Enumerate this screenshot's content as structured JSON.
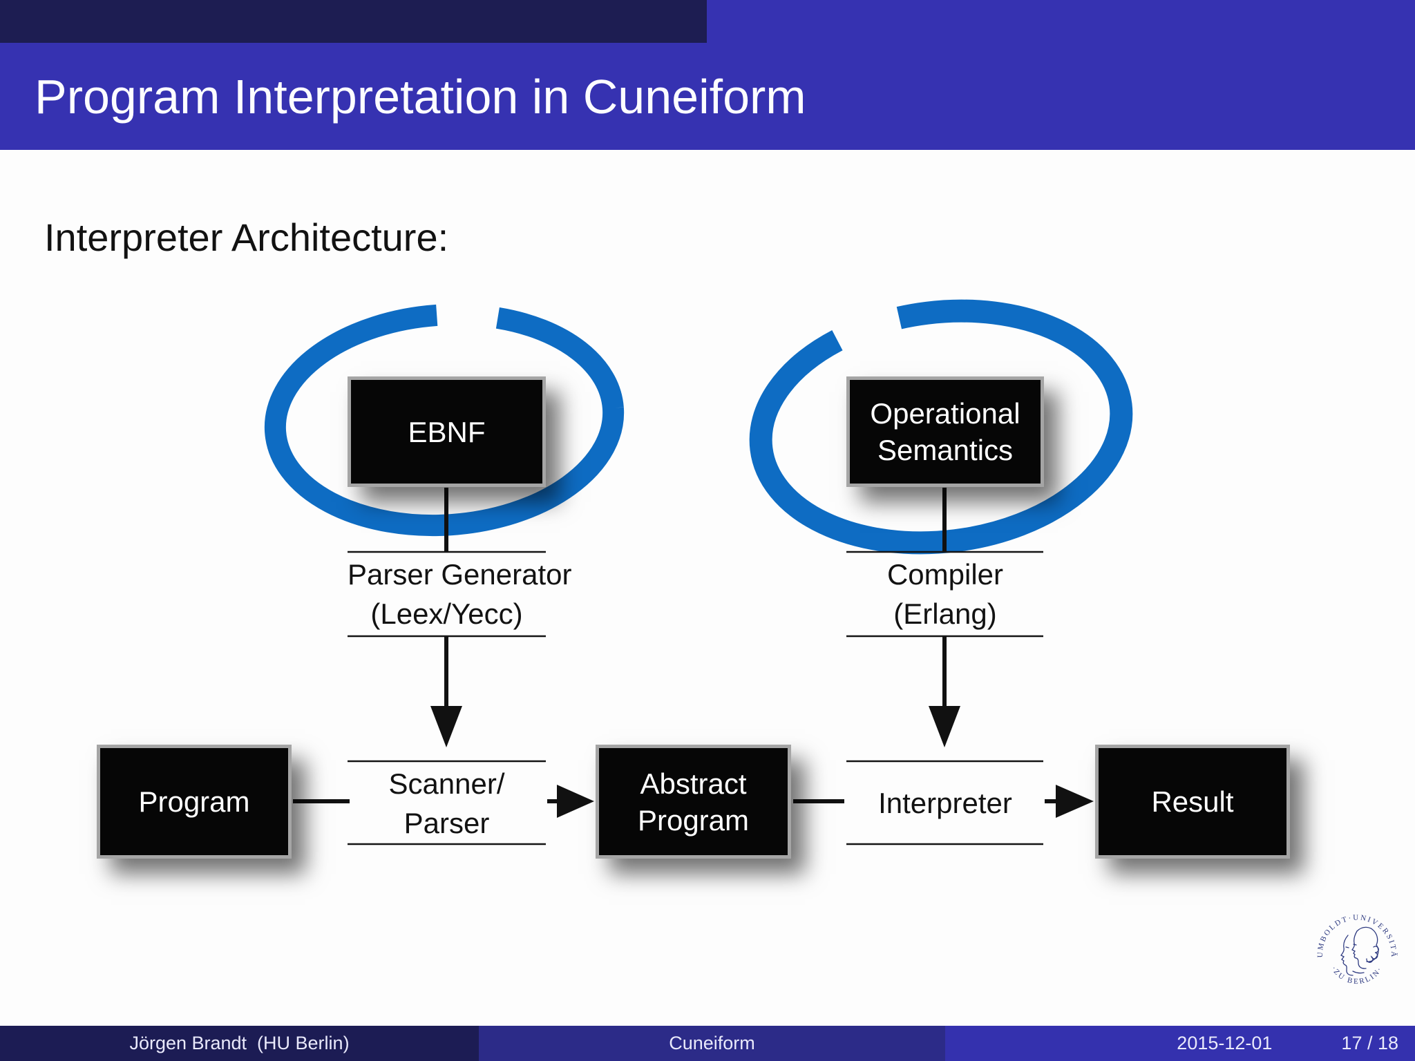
{
  "slide": {
    "header_title": "Program Interpretation in Cuneiform",
    "heading": "Interpreter Architecture:"
  },
  "diagram": {
    "boxes": {
      "ebnf": "EBNF",
      "operational_semantics": [
        "Operational",
        "Semantics"
      ],
      "program": "Program",
      "abstract_program": [
        "Abstract",
        "Program"
      ],
      "result": "Result"
    },
    "labels": {
      "parser_generator": [
        "Parser Generator",
        "(Leex/Yecc)"
      ],
      "compiler": [
        "Compiler",
        "(Erlang)"
      ],
      "scanner_parser": [
        "Scanner/",
        "Parser"
      ],
      "interpreter": "Interpreter"
    },
    "flow": "Program -> Scanner/Parser -> Abstract Program -> Interpreter -> Result; EBNF -> Parser Generator (Leex/Yecc) -> Scanner/Parser; Operational Semantics -> Compiler (Erlang) -> Interpreter",
    "highlighted_nodes": [
      "EBNF",
      "Operational Semantics"
    ]
  },
  "footer": {
    "author": "Jörgen Brandt  (HU Berlin)",
    "deck_title": "Cuneiform",
    "date": "2015-12-01",
    "page": "17 / 18"
  },
  "logo": {
    "arc_top": "HUMBOLDT·UNIVERSITÄT",
    "arc_bottom": "·ZU BERLIN·"
  },
  "colors": {
    "header_blue": "#3632b1",
    "corner_navy": "#1d1d52",
    "footer_left": "#1c1c54",
    "footer_mid": "#2c2b88",
    "footer_right": "#3431ae",
    "annotation_blue": "#0e6cc3",
    "box_fill": "#060606",
    "box_border": "#a5a5a5",
    "text_dark": "#121212",
    "logo_navy": "#2e3a80"
  }
}
